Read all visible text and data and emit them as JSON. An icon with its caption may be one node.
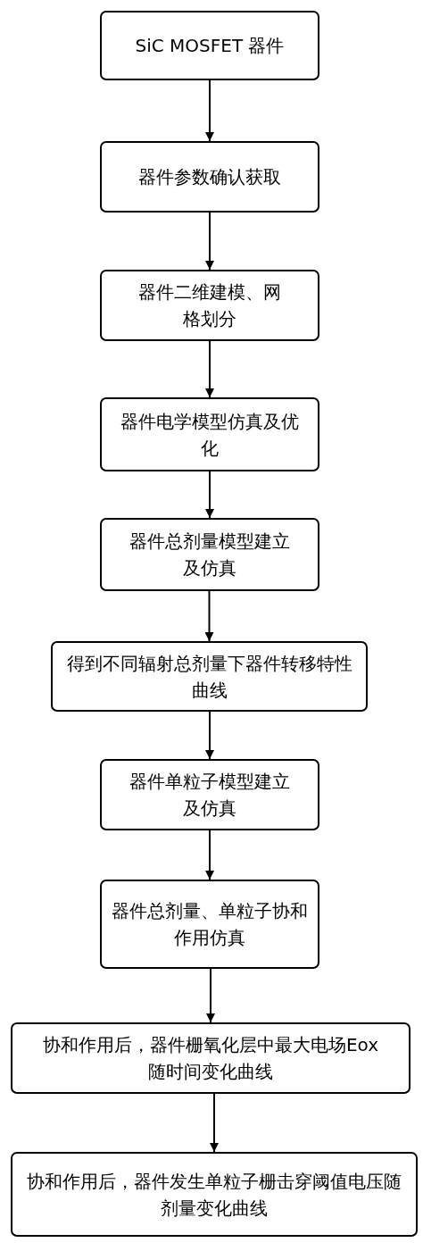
{
  "diagram": {
    "nodes": [
      {
        "text": [
          "SiC MOSFET 器件"
        ]
      },
      {
        "text": [
          "器件参数确认获取"
        ]
      },
      {
        "text": [
          "器件二维建模、网格划分"
        ]
      },
      {
        "text": [
          "器件电学模型仿真及优化"
        ]
      },
      {
        "text": [
          "器件总剂量模型建立及仿真"
        ]
      },
      {
        "text": [
          "得到不同辐射总剂量下器件转移特性曲线"
        ]
      },
      {
        "text": [
          "器件单粒子模型建立及仿真"
        ]
      },
      {
        "text": [
          "器件总剂量、单粒子协和作用仿真"
        ]
      },
      {
        "text": [
          "协和作用后，器件栅氧化层中最大电场Eox随时间变化曲线"
        ]
      },
      {
        "text": [
          "协和作用后，器件发生单粒子栅击穿阈值电压随剂量变化曲线"
        ]
      }
    ],
    "edges": [
      {
        "from": 0,
        "to": 1,
        "arrow": "to"
      },
      {
        "from": 1,
        "to": 2,
        "arrow": "to"
      },
      {
        "from": 2,
        "to": 3,
        "arrow": "to"
      },
      {
        "from": 3,
        "to": 4,
        "arrow": "to"
      },
      {
        "from": 4,
        "to": 5,
        "arrow": "to"
      },
      {
        "from": 5,
        "to": 6,
        "arrow": "to"
      },
      {
        "from": 6,
        "to": 7,
        "arrow": "to"
      },
      {
        "from": 7,
        "to": 8,
        "arrow": "to"
      },
      {
        "from": 8,
        "to": 9,
        "arrow": "to"
      }
    ]
  }
}
